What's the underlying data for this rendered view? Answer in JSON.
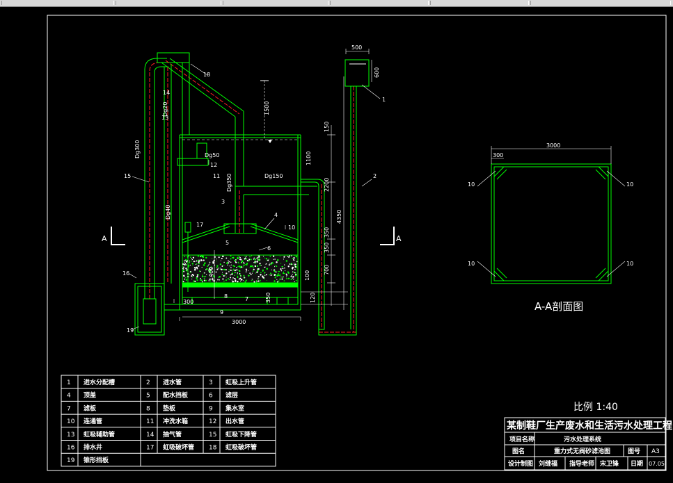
{
  "drawing": {
    "scale_text": "比例  1:40",
    "section_title": "A-A剖面图",
    "section_marker": "A"
  },
  "labels": {
    "n1": "1",
    "n2": "2",
    "n3": "3",
    "n4": "4",
    "n5": "5",
    "n6": "6",
    "n7": "7",
    "n8": "8",
    "n9": "9",
    "n10": "10",
    "n11": "11",
    "n12": "12",
    "n13": "13",
    "n14": "14",
    "n15": "15",
    "n16": "16",
    "n17": "17",
    "n18": "18",
    "n19": "19",
    "dg300": "Dg300",
    "dg20": "Dg20",
    "dg40": "Dg40",
    "dg50": "Dg50",
    "dg150": "Dg150",
    "dg350": "Dg350"
  },
  "dims": {
    "d500": "500",
    "d600": "600",
    "d1500": "1500",
    "d150": "150",
    "d1100": "1100",
    "d2200": "2200",
    "d4350": "4350",
    "d350a": "350",
    "d350b": "350",
    "d700": "700",
    "d100": "100",
    "d120": "120",
    "d1400": "1400",
    "d300": "300",
    "d350c": "350",
    "d3000": "3000",
    "s300": "300",
    "s3000": "3000"
  },
  "legend": [
    [
      "1",
      "进水分配槽",
      "2",
      "进水管",
      "3",
      "虹吸上升管"
    ],
    [
      "4",
      "顶盖",
      "5",
      "配水挡板",
      "6",
      "滤层"
    ],
    [
      "7",
      "滤板",
      "8",
      "垫板",
      "9",
      "集水室"
    ],
    [
      "10",
      "连通管",
      "11",
      "冲洗水箱",
      "12",
      "出水管"
    ],
    [
      "13",
      "虹吸辅助管",
      "14",
      "抽气管",
      "15",
      "虹吸下降管"
    ],
    [
      "16",
      "排水井",
      "17",
      "虹吸破坏管",
      "18",
      "虹吸破坏管"
    ],
    [
      "19",
      "锥形挡板",
      "",
      "",
      "",
      ""
    ]
  ],
  "titleblock": {
    "project_title": "某制鞋厂生产废水和生活污水处理工程",
    "project_name_label": "项目名称",
    "project_name_value": "污水处理系统",
    "drawing_name_label": "图名",
    "drawing_name_value": "重力式无阀砂滤池图",
    "drawing_no_label": "图号",
    "drawing_no_value": "A3",
    "design_label": "设计制图",
    "designer": "刘继福",
    "advisor_label": "指导老师",
    "advisor": "宋卫锋",
    "date_label": "日期",
    "date_value": "07.05"
  },
  "colors": {
    "structure": "#00ff00",
    "pipe_center": "#ff2020",
    "annotation": "#ffffff",
    "background": "#000000"
  }
}
